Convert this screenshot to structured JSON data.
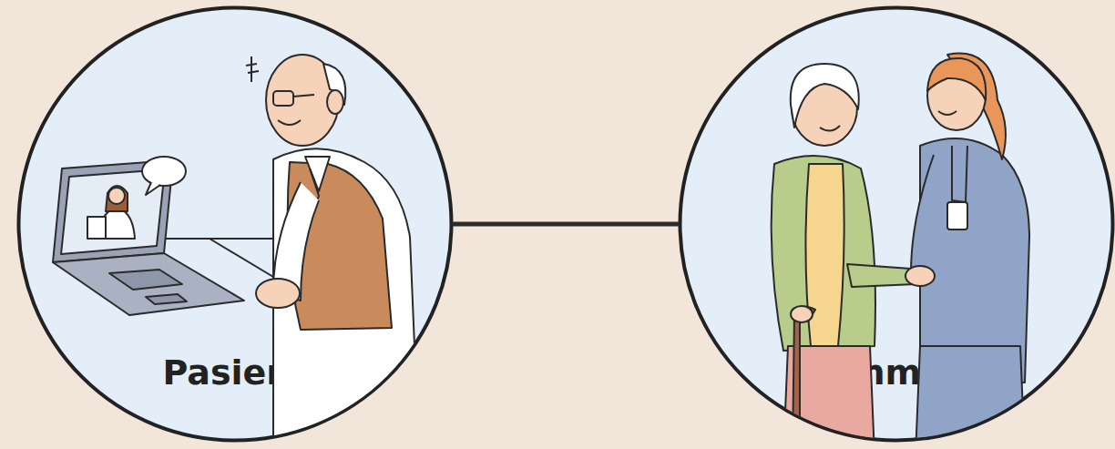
{
  "diagram": {
    "nodes": [
      {
        "text": [
          "Pasient"
        ]
      },
      {
        "text": [
          "Kommune"
        ]
      }
    ],
    "edges": [
      {
        "from": 0,
        "to": 1,
        "arrow": "none"
      }
    ]
  }
}
